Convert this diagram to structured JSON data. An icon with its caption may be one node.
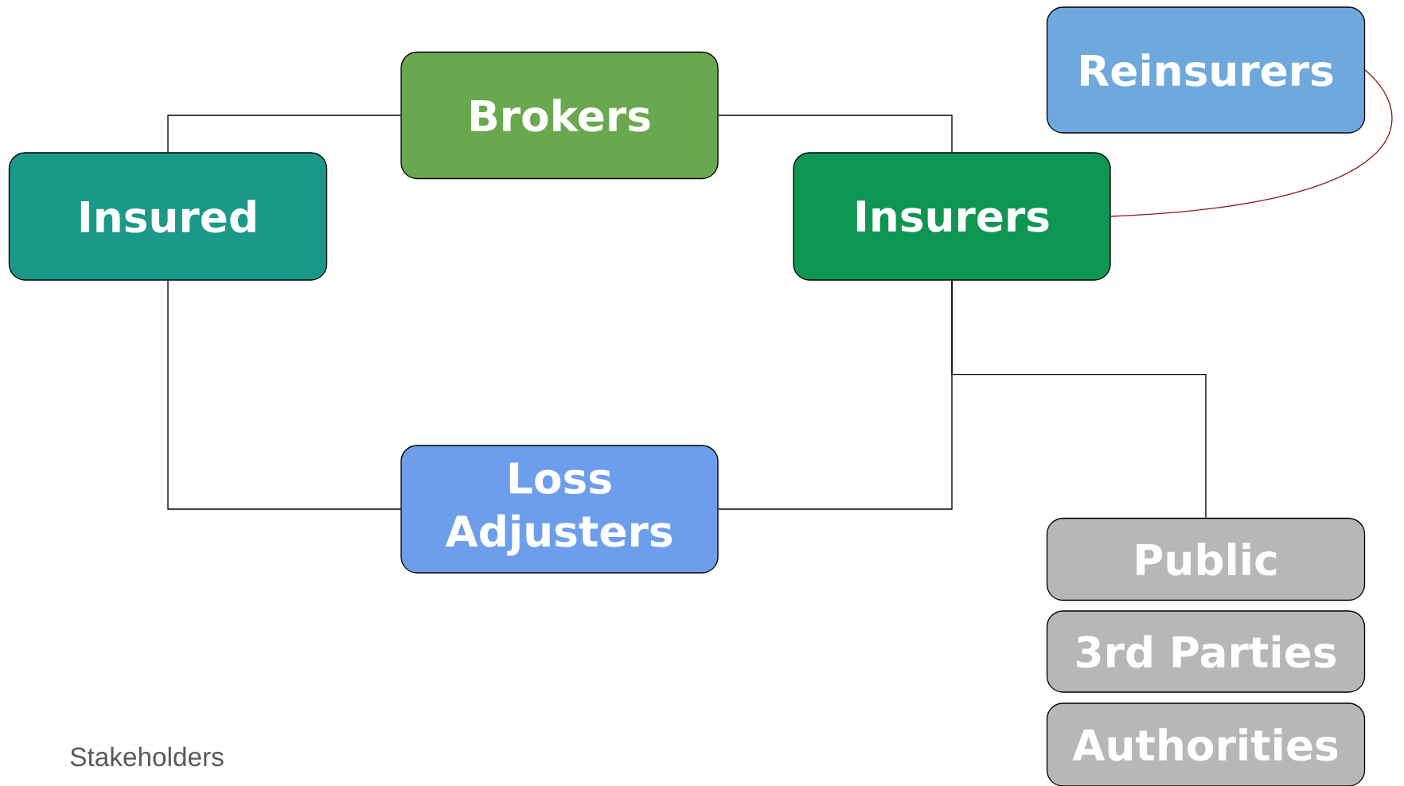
{
  "diagram": {
    "nodes": [
      {
        "text": [
          "Reinsurers"
        ]
      },
      {
        "text": [
          "Brokers"
        ]
      },
      {
        "text": [
          "Insured"
        ]
      },
      {
        "text": [
          "Insurers"
        ]
      },
      {
        "text": [
          "Loss Adjusters"
        ]
      },
      {
        "text": [
          "Public"
        ]
      },
      {
        "text": [
          "3rd Parties"
        ]
      },
      {
        "text": [
          "Authorities"
        ]
      }
    ],
    "edges": [
      {
        "from": 2,
        "to": 1,
        "arrow": "none"
      },
      {
        "from": 1,
        "to": 3,
        "arrow": "none"
      },
      {
        "from": 2,
        "to": 4,
        "arrow": "none"
      },
      {
        "from": 4,
        "to": 3,
        "arrow": "none"
      },
      {
        "from": 3,
        "to": 5,
        "arrow": "none"
      },
      {
        "from": 3,
        "to": 0,
        "arrow": "none",
        "color": "#8b1a1a"
      }
    ],
    "labels": [
      "Stakeholders"
    ]
  }
}
